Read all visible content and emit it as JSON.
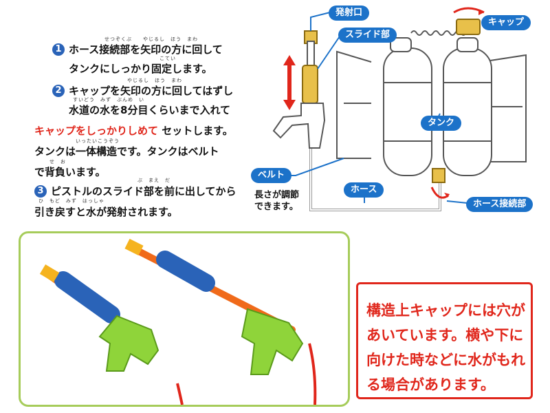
{
  "steps": [
    {
      "number": "1",
      "lines": [
        "ホース接続部を矢印の方に回して",
        "タンクにしっかり固定します。"
      ]
    },
    {
      "number": "2",
      "lines": [
        "キャップを矢印の方に回してはずし",
        "水道の水を8分目くらいまで入れて"
      ],
      "emphasis": "キャップをしっかりしめて",
      "after_emphasis": "セットします。",
      "extra_lines": [
        "タンクは一体構造です。タンクはベルト",
        "で背負います。"
      ]
    },
    {
      "number": "3",
      "lines": [
        "ピストルのスライド部を前に出してから",
        "引き戻すと水が発射されます。"
      ]
    }
  ],
  "furigana": {
    "s1": "せつぞくぶ　　やじるし　ほう　まわ",
    "s1b": "こてい",
    "s2": "やじるし　ほう　まわ",
    "s2b": "すいどう　みず　ぶんめ　い",
    "s2c": "いったいこうぞう",
    "s2d": "せ　お",
    "s3": "ぶ　まえ　だ",
    "s3b": "ひ　もど　みず　はっしゃ"
  },
  "diagram": {
    "labels": {
      "nozzle": "発射口",
      "slide": "スライド部",
      "cap": "キャップ",
      "tank": "タンク",
      "belt": "ベルト",
      "belt_note": [
        "長さが調節",
        "できます。"
      ],
      "hose": "ホース",
      "hose_joint": "ホース接続部"
    }
  },
  "warning": {
    "text": "構造上キャップには穴があいています。横や下に向けた時などに水がもれる場合があります。"
  },
  "colors": {
    "accent_blue": "#1c72c9",
    "number_blue": "#2a63b8",
    "warning_red": "#e0261b",
    "frame_green": "#a6cc5a"
  }
}
